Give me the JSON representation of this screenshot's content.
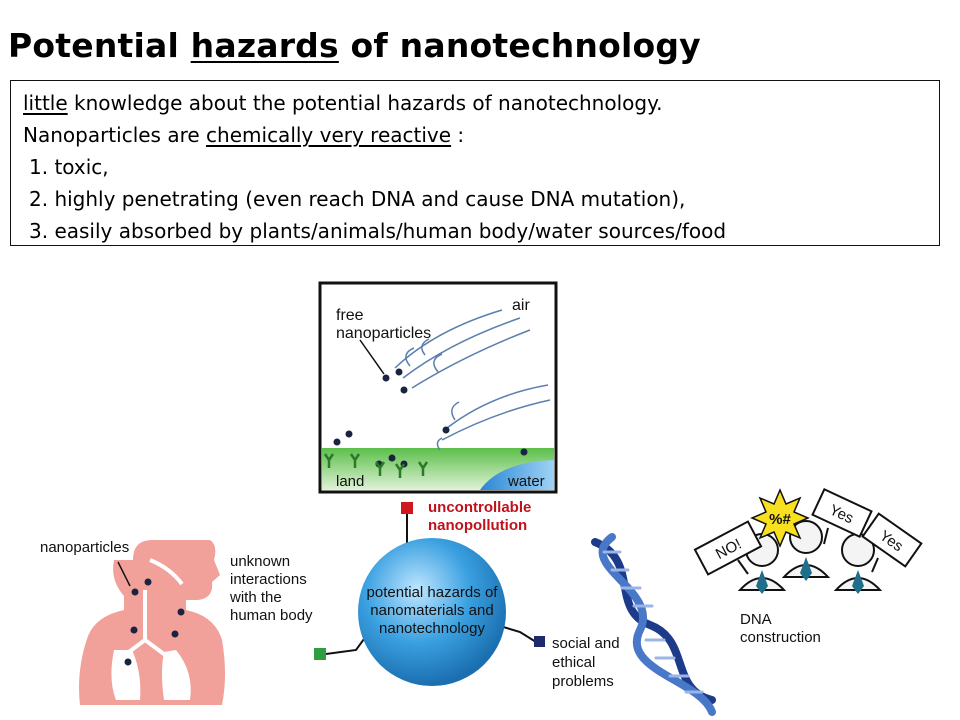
{
  "title": {
    "prefix": "Potential ",
    "emphasis": "hazards",
    "suffix": " of nanotechnology"
  },
  "box": {
    "line1_emph": "little",
    "line1_rest": " knowledge about the potential hazards of nanotechnology.",
    "line2_pre": "Nanoparticles are ",
    "line2_emph": "chemically very reactive",
    "line2_post": " :",
    "items": [
      "1. toxic,",
      "2. highly penetrating (even reach DNA and cause DNA mutation),",
      "3. easily absorbed by plants/animals/human body/water sources/food"
    ]
  },
  "diagram": {
    "env": {
      "free_1": "free",
      "free_2": "nanoparticles",
      "air": "air",
      "land": "land",
      "water": "water"
    },
    "nanopollution": {
      "line1": "uncontrollable",
      "line2": "nanopollution"
    },
    "body": {
      "nano": "nanoparticles",
      "int_1": "unknown",
      "int_2": "interactions",
      "int_3": "with the",
      "int_4": "human body"
    },
    "center": {
      "line1": "potential hazards of",
      "line2": "nanomaterials and",
      "line3": "nanotechnology"
    },
    "social": {
      "line1": "social and",
      "line2": "ethical",
      "line3": "problems"
    },
    "dna": {
      "line1": "DNA",
      "line2": "construction"
    },
    "signs": {
      "no": "NO!",
      "burst": "%#",
      "yes1": "Yes",
      "yes2": "Yes"
    },
    "colors": {
      "sphere": "#3aa0e0",
      "body": "#f2a09a",
      "red_marker": "#d0161e",
      "green_marker": "#2e9e3e",
      "navy_marker": "#1f2a6e",
      "helix_blue": "#1e3a8a",
      "land_green": "#5cbf4a",
      "burst_yellow": "#f8e020"
    }
  }
}
